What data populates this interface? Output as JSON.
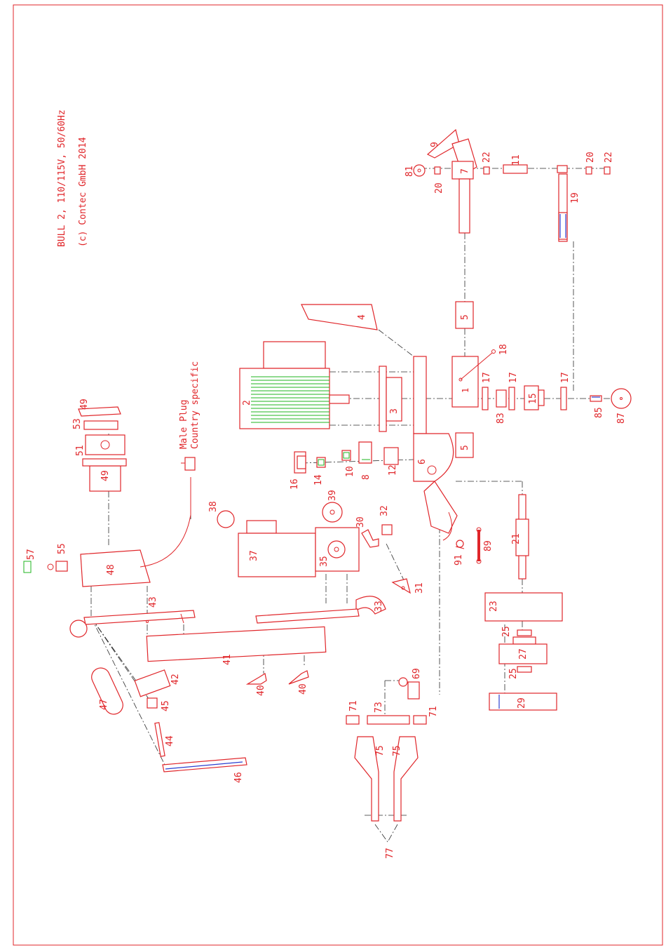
{
  "title": {
    "model": "BULL 2, 110/115V, 50/60Hz",
    "copyright": "(c) Contec GmbH 2014"
  },
  "plug_note": {
    "line1": "Male Plug",
    "line2": "Country specific"
  },
  "part_numbers": {
    "p1": "1",
    "p2": "2",
    "p3": "3",
    "p4": "4",
    "p5a": "5",
    "p5b": "5",
    "p6": "6",
    "p7": "7",
    "p8": "8",
    "p9": "9",
    "p10": "10",
    "p11": "11",
    "p12": "12",
    "p14": "14",
    "p15": "15",
    "p16": "16",
    "p17a": "17",
    "p17b": "17",
    "p17c": "17",
    "p18": "18",
    "p19": "19",
    "p20a": "20",
    "p20b": "20",
    "p21": "21",
    "p22a": "22",
    "p22b": "22",
    "p23": "23",
    "p25a": "25",
    "p25b": "25",
    "p27": "27",
    "p29": "29",
    "p30": "30",
    "p31": "31",
    "p32": "32",
    "p33": "33",
    "p35": "35",
    "p37": "37",
    "p38": "38",
    "p39": "39",
    "p40a": "40",
    "p40b": "40",
    "p41": "41",
    "p42": "42",
    "p43": "43",
    "p44": "44",
    "p45": "45",
    "p46": "46",
    "p47": "47",
    "p48": "48",
    "p49a": "49",
    "p49b": "49",
    "p51": "51",
    "p53": "53",
    "p55": "55",
    "p57": "57",
    "p69": "69",
    "p71a": "71",
    "p71b": "71",
    "p73": "73",
    "p75a": "75",
    "p75b": "75",
    "p77": "77",
    "p81": "81",
    "p83": "83",
    "p85": "85",
    "p87": "87",
    "p89": "89",
    "p91": "91"
  },
  "colors": {
    "line": "#e0262a",
    "centerline": "#2b2b2b",
    "winding": "#1fb51f",
    "accent": "#2a3fd0"
  }
}
